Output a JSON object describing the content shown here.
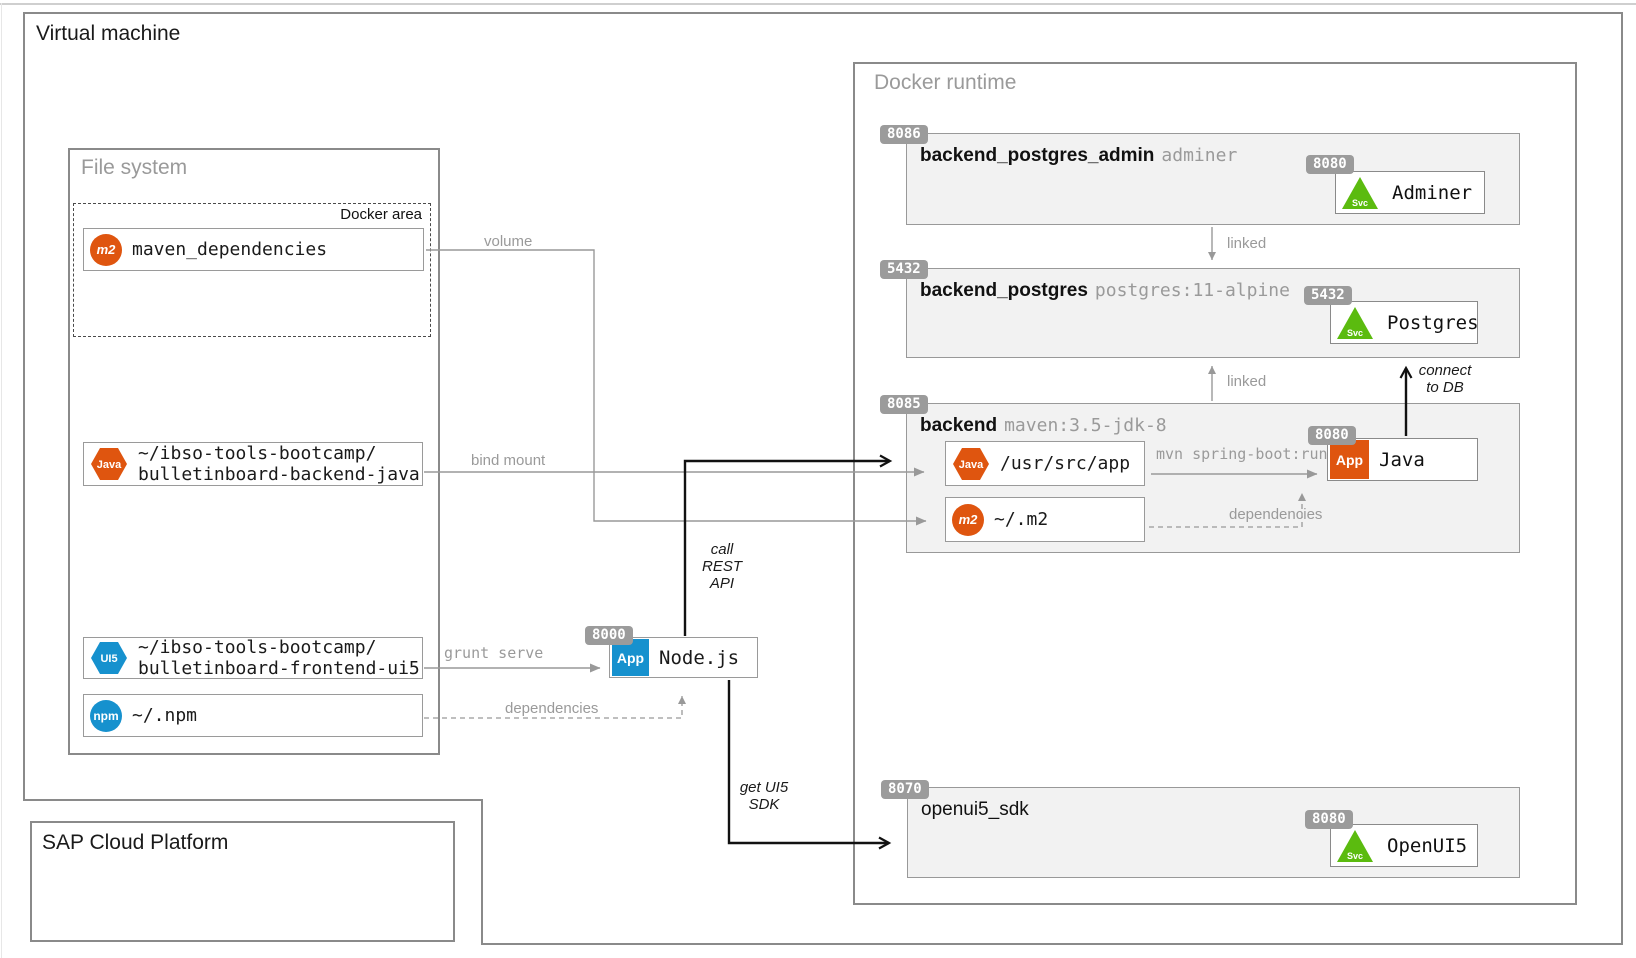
{
  "frame": {
    "vm_title": "Virtual machine",
    "sap_title": "SAP Cloud Platform"
  },
  "file_system": {
    "title": "File system",
    "docker_area_label": "Docker area",
    "maven": {
      "icon": "m2",
      "label": "maven_dependencies"
    },
    "backend_src": {
      "icon": "Java",
      "line1": "~/ibso-tools-bootcamp/",
      "line2": "bulletinboard-backend-java"
    },
    "frontend_src": {
      "icon": "UI5",
      "line1": "~/ibso-tools-bootcamp/",
      "line2": "bulletinboard-frontend-ui5"
    },
    "npm_cache": {
      "icon": "npm",
      "label": "~/.npm"
    }
  },
  "nodejs": {
    "port": "8000",
    "icon": "App",
    "label": "Node.js"
  },
  "docker": {
    "title": "Docker runtime",
    "adminer": {
      "port": "8086",
      "name": "backend_postgres_admin",
      "image": "adminer",
      "service": {
        "port": "8080",
        "icon": "Svc",
        "label": "Adminer"
      }
    },
    "postgres": {
      "port": "5432",
      "name": "backend_postgres",
      "image": "postgres:11-alpine",
      "service": {
        "port": "5432",
        "icon": "Svc",
        "label": "Postgres"
      }
    },
    "backend": {
      "port": "8085",
      "name": "backend",
      "image": "maven:3.5-jdk-8",
      "src": {
        "icon": "Java",
        "label": "/usr/src/app"
      },
      "m2": {
        "icon": "m2",
        "label": "~/.m2"
      },
      "app": {
        "port": "8080",
        "icon": "App",
        "label": "Java"
      },
      "run_label": "mvn spring-boot:run",
      "deps_label": "dependencies"
    },
    "openui5": {
      "port": "8070",
      "name": "openui5_sdk",
      "service": {
        "port": "8080",
        "icon": "Svc",
        "label": "OpenUI5"
      }
    }
  },
  "edges": {
    "volume": "volume",
    "bind_mount": "bind mount",
    "grunt_serve": "grunt serve",
    "npm_deps": "dependencies",
    "linked_top": "linked",
    "linked_bottom": "linked",
    "call_rest": {
      "l1": "call",
      "l2": "REST",
      "l3": "API"
    },
    "get_ui5": {
      "l1": "get UI5",
      "l2": "SDK"
    },
    "connect_db": {
      "l1": "connect",
      "l2": "to DB"
    }
  },
  "colors": {
    "orange": "#DF550F",
    "blue": "#1691CE",
    "green": "#5BBB0F",
    "badge": "#9B9B9B",
    "container_fill": "#F2F2F2",
    "border": "#8A8A8A"
  }
}
